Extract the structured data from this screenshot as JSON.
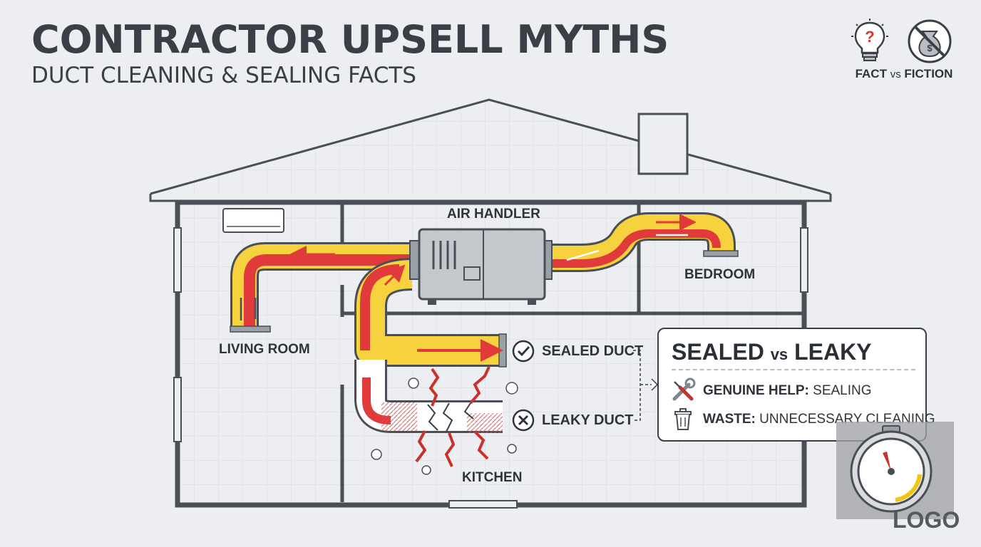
{
  "header": {
    "title": "CONTRACTOR UPSELL MYTHS",
    "subtitle": "DUCT CLEANING & SEALING FACTS"
  },
  "badge": {
    "fact": "FACT",
    "vs": "vs",
    "fiction": "FICTION",
    "icons": [
      "lightbulb-question-icon",
      "no-money-bag-icon"
    ]
  },
  "rooms": {
    "air_handler": "AIR HANDLER",
    "bedroom": "BEDROOM",
    "living_room": "LIVING ROOM",
    "kitchen": "KITCHEN"
  },
  "ducts": {
    "sealed": "SEALED DUCT",
    "leaky": "LEAKY DUCT"
  },
  "card": {
    "title_left": "SEALED",
    "title_vs": "vs",
    "title_right": "LEAKY",
    "rows": [
      {
        "icon": "wrench-screwdriver-icon",
        "term": "GENUINE HELP:",
        "text": "SEALING"
      },
      {
        "icon": "trash-can-icon",
        "term": "WASTE:",
        "text": "UNNECESSARY CLEANING"
      }
    ]
  },
  "logo": {
    "text": "LOGO",
    "icon": "gauge-icon"
  },
  "colors": {
    "background": "#eceef1",
    "outline": "#3a3f47",
    "duct_yellow": "#f6d23f",
    "duct_red": "#e03a3a",
    "metal": "#b9bdc3",
    "accent_red": "#c8322c"
  }
}
